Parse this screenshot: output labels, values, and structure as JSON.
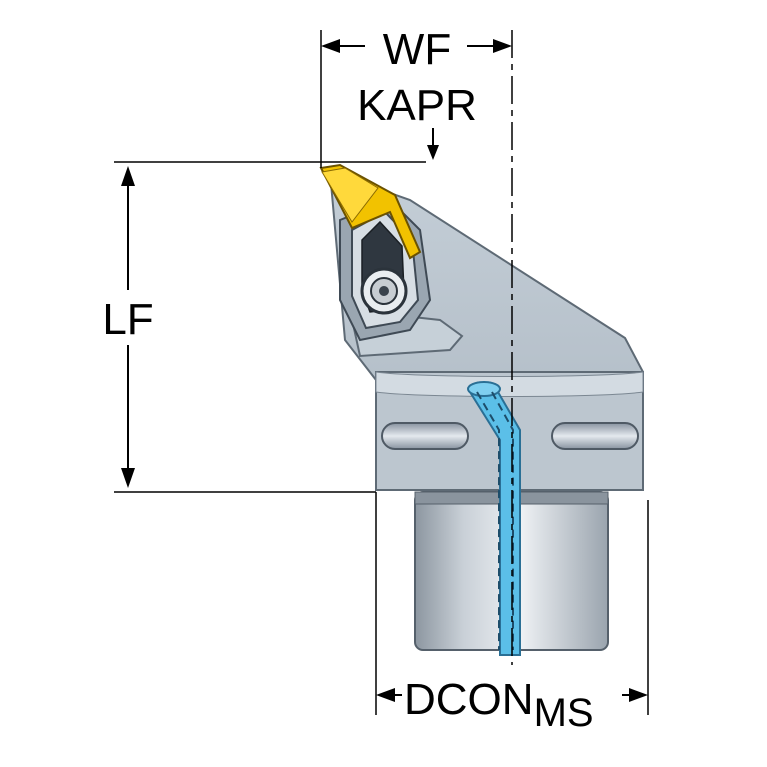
{
  "labels": {
    "wf": "WF",
    "kapr": "KAPR",
    "lf": "LF",
    "dcon": "DCON",
    "dcon_sub": "MS"
  },
  "colors": {
    "body": "#b7c2cc",
    "body_dark": "#7d8a96",
    "insert": "#f2c200",
    "coolant": "#5bbfe8",
    "line": "#000000"
  }
}
